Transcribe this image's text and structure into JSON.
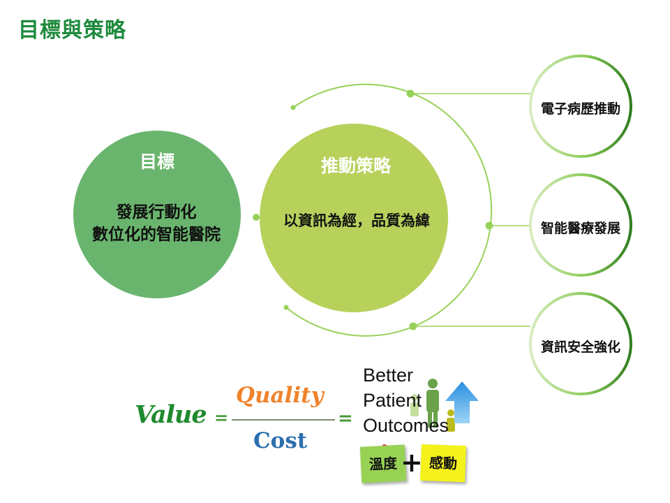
{
  "title": "目標與策略",
  "goal": {
    "heading": "目標",
    "line1": "發展行動化",
    "line2": "數位化的智能醫院"
  },
  "strategy": {
    "heading": "推動策略",
    "text": "以資訊為經，品質為緯"
  },
  "initiatives": [
    "電子病歷推動",
    "智能醫療發展",
    "資訊安全強化"
  ],
  "formula": {
    "value": "Value",
    "equals": "=",
    "quality": "Quality",
    "cost": "Cost"
  },
  "outcome": {
    "lines": [
      "Better",
      "Patient",
      "Outcomes"
    ],
    "notes": [
      "溫度",
      "感動"
    ],
    "plus": "+"
  },
  "colors": {
    "title": "#1e8a3c",
    "goal_circle": "#6ab56e",
    "strategy_circle": "#b7d15b",
    "connector": "#98d15a",
    "ring_outer": "#2f7d1f",
    "value": "#1f8a2e",
    "quality": "#f0822a",
    "cost": "#2d6fae"
  },
  "icons": [
    "people-icon",
    "up-arrow-icon",
    "pin-icon"
  ]
}
